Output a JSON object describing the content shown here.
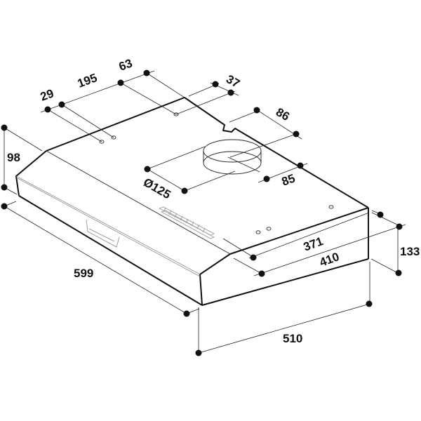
{
  "diagram": {
    "subject": "Under-cabinet cooker hood technical drawing",
    "units": "mm",
    "dimensions": {
      "height_front": "98",
      "width_total": "599",
      "hole_offset_left": "29",
      "hole_spacing": "195",
      "hole_to_notch": "63",
      "notch_width": "37",
      "notch_depth": "86",
      "outlet_diameter": "Ø125",
      "outlet_offset": "85",
      "depth_371": "371",
      "depth_410": "410",
      "height_back": "133",
      "depth_bottom": "510"
    }
  }
}
